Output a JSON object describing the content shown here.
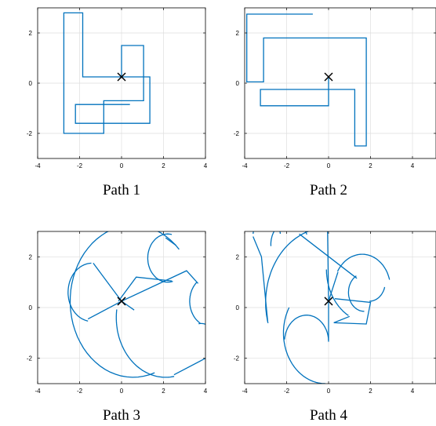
{
  "style": {
    "path_color": "#0072bd",
    "marker_color": "#000000",
    "grid_color": "#dedede"
  },
  "chart_data": [
    {
      "type": "line",
      "caption": "Path 1",
      "xlim": [
        -4,
        4
      ],
      "ylim": [
        -3,
        3
      ],
      "xticks": [
        -4,
        -2,
        0,
        2,
        4
      ],
      "yticks": [
        -2,
        0,
        2
      ],
      "grid": true,
      "marker": {
        "symbol": "x",
        "x": 0,
        "y": 0.25
      },
      "series": [
        {
          "segments": [
            {
              "kind": "polyline",
              "points": [
                [
                  0,
                  0.25
                ],
                [
                  1.35,
                  0.25
                ],
                [
                  1.35,
                  -1.6
                ],
                [
                  -2.2,
                  -1.6
                ],
                [
                  -2.2,
                  -0.85
                ],
                [
                  0.4,
                  -0.85
                ]
              ]
            },
            {
              "kind": "polyline",
              "points": [
                [
                  0,
                  0.25
                ],
                [
                  -1.85,
                  0.25
                ],
                [
                  -1.85,
                  2.8
                ],
                [
                  -2.75,
                  2.8
                ],
                [
                  -2.75,
                  -2.0
                ],
                [
                  -0.85,
                  -2.0
                ],
                [
                  -0.85,
                  -0.7
                ],
                [
                  1.05,
                  -0.7
                ],
                [
                  1.05,
                  1.5
                ],
                [
                  0,
                  1.5
                ],
                [
                  0,
                  0.25
                ]
              ]
            }
          ]
        }
      ]
    },
    {
      "type": "line",
      "caption": "Path 2",
      "xlim": [
        -4,
        4
      ],
      "ylim": [
        -3,
        3
      ],
      "xticks": [
        -4,
        -2,
        0,
        2,
        4
      ],
      "yticks": [
        -2,
        0,
        2
      ],
      "grid": true,
      "marker": {
        "symbol": "x",
        "x": 0,
        "y": 0.25
      },
      "series": [
        {
          "segments": [
            {
              "kind": "polyline",
              "points": [
                [
                  0,
                  0.25
                ],
                [
                  0,
                  -0.9
                ],
                [
                  -3.25,
                  -0.9
                ],
                [
                  -3.25,
                  -0.25
                ],
                [
                  1.25,
                  -0.25
                ],
                [
                  1.25,
                  -2.5
                ],
                [
                  1.8,
                  -2.5
                ],
                [
                  1.8,
                  1.8
                ],
                [
                  -3.1,
                  1.8
                ],
                [
                  -3.1,
                  0.05
                ],
                [
                  -3.9,
                  0.05
                ],
                [
                  -3.9,
                  2.75
                ],
                [
                  -0.75,
                  2.75
                ]
              ]
            }
          ]
        }
      ]
    },
    {
      "type": "line",
      "caption": "Path 3",
      "xlim": [
        -4,
        4
      ],
      "ylim": [
        -3,
        3
      ],
      "xticks": [
        -4,
        -2,
        0,
        2,
        4
      ],
      "yticks": [
        -2,
        0,
        2
      ],
      "grid": true,
      "marker": {
        "symbol": "x",
        "x": 0,
        "y": 0.25
      },
      "series": [
        {
          "segments": [
            {
              "kind": "polyline",
              "points": [
                [
                  0,
                  0.25
                ],
                [
                  -1.35,
                  1.75
                ]
              ]
            },
            {
              "kind": "arc",
              "cx": -1.4,
              "cy": 0.6,
              "r": 1.15,
              "from": 92,
              "to": 260
            },
            {
              "kind": "polyline",
              "points": [
                [
                  -1.6,
                  -0.45
                ],
                [
                  0,
                  0.25
                ]
              ]
            },
            {
              "kind": "polyline",
              "points": [
                [
                  0,
                  0.25
                ],
                [
                  3.1,
                  1.45
                ],
                [
                  3.65,
                  0.95
                ]
              ]
            },
            {
              "kind": "arc",
              "cx": 4.25,
              "cy": 0.25,
              "r": 1.0,
              "from": 132,
              "to": 240
            },
            {
              "kind": "arc",
              "cx": 3.8,
              "cy": -1.35,
              "r": 0.72,
              "from": 100,
              "to": 10
            },
            {
              "kind": "polyline",
              "points": [
                [
                  4.0,
                  -2.0
                ],
                [
                  2.5,
                  -2.65
                ]
              ]
            },
            {
              "kind": "arc",
              "cx": 2.1,
              "cy": -0.4,
              "r": 2.35,
              "from": 280,
              "to": 172
            },
            {
              "kind": "polyline",
              "points": [
                [
                  -0.15,
                  0.25
                ],
                [
                  0.7,
                  1.2
                ],
                [
                  2.4,
                  1.05
                ]
              ]
            },
            {
              "kind": "arc",
              "cx": 2.2,
              "cy": 1.95,
              "r": 0.95,
              "from": 285,
              "to": 78
            },
            {
              "kind": "polyline",
              "points": [
                [
                  2.1,
                  2.75
                ],
                [
                  2.6,
                  2.45
                ]
              ]
            },
            {
              "kind": "arc",
              "cx": 0.55,
              "cy": 0.25,
              "r": 3.0,
              "from": 43,
              "to": 290
            },
            {
              "kind": "polyline",
              "points": [
                [
                  0.6,
                  -0.1
                ],
                [
                  0,
                  0.25
                ]
              ]
            }
          ]
        }
      ]
    },
    {
      "type": "line",
      "caption": "Path 4",
      "xlim": [
        -4,
        4
      ],
      "ylim": [
        -3,
        3
      ],
      "xticks": [
        -4,
        -2,
        0,
        2,
        4
      ],
      "yticks": [
        -2,
        0,
        2
      ],
      "grid": true,
      "marker": {
        "symbol": "x",
        "x": 0,
        "y": 0.25
      },
      "series": [
        {
          "segments": [
            {
              "kind": "polyline",
              "points": [
                [
                  0,
                  0.25
                ],
                [
                  -0.05,
                  3.1
                ]
              ]
            },
            {
              "kind": "arc",
              "cx": -0.05,
              "cy": 0.2,
              "r": 2.95,
              "from": 90,
              "to": 196
            },
            {
              "kind": "polyline",
              "points": [
                [
                  -2.9,
                  -0.55
                ],
                [
                  -3.2,
                  2.0
                ],
                [
                  -3.6,
                  2.8
                ]
              ]
            },
            {
              "kind": "arc",
              "cx": -2.95,
              "cy": 2.85,
              "r": 0.65,
              "from": 175,
              "to": 5
            },
            {
              "kind": "arc",
              "cx": -1.85,
              "cy": 2.5,
              "r": 0.9,
              "from": 185,
              "to": 25
            },
            {
              "kind": "polyline",
              "points": [
                [
                  -1.4,
                  2.9
                ],
                [
                  1.35,
                  1.15
                ]
              ]
            },
            {
              "kind": "arc",
              "cx": 1.7,
              "cy": 0.6,
              "r": 0.75,
              "from": 120,
              "to": 270
            },
            {
              "kind": "arc",
              "cx": 1.95,
              "cy": 1.0,
              "r": 0.75,
              "from": 270,
              "to": 345
            },
            {
              "kind": "arc",
              "cx": 1.6,
              "cy": 0.75,
              "r": 1.35,
              "from": 15,
              "to": 150
            },
            {
              "kind": "polyline",
              "points": [
                [
                  0.45,
                  1.4
                ],
                [
                  0,
                  0.25
                ]
              ]
            },
            {
              "kind": "polyline",
              "points": [
                [
                  0,
                  0.25
                ],
                [
                  0,
                  -1.3
                ]
              ]
            },
            {
              "kind": "arc",
              "cx": -1.05,
              "cy": -1.35,
              "r": 1.05,
              "from": 0,
              "to": 175
            },
            {
              "kind": "arc",
              "cx": -0.15,
              "cy": -1.0,
              "r": 2.0,
              "from": 150,
              "to": 270
            },
            {
              "kind": "polyline",
              "points": [
                [
                  -0.15,
                  -3.0
                ],
                [
                  -0.15,
                  -3.0
                ]
              ]
            },
            {
              "kind": "arc",
              "cx": 2.0,
              "cy": 1.5,
              "r": 2.1,
              "from": 180,
              "to": 240
            },
            {
              "kind": "polyline",
              "points": [
                [
                  1.0,
                  -0.35
                ],
                [
                  0.25,
                  -0.6
                ],
                [
                  1.8,
                  -0.65
                ],
                [
                  2.0,
                  0.2
                ],
                [
                  0.3,
                  0.35
                ]
              ]
            }
          ]
        }
      ]
    }
  ]
}
